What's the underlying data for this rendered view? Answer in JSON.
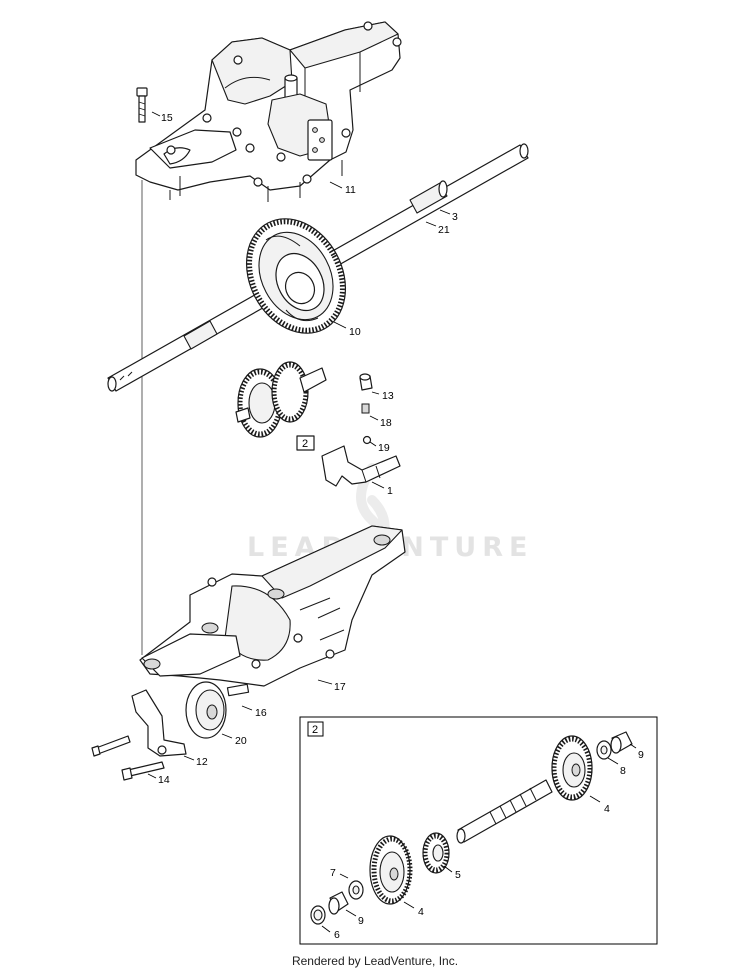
{
  "diagram": {
    "watermark": "LEADVENTURE",
    "callouts": [
      {
        "id": "c15",
        "label": "15"
      },
      {
        "id": "c11",
        "label": "11"
      },
      {
        "id": "c3",
        "label": "3"
      },
      {
        "id": "c21",
        "label": "21"
      },
      {
        "id": "c10",
        "label": "10"
      },
      {
        "id": "c13",
        "label": "13"
      },
      {
        "id": "c18",
        "label": "18"
      },
      {
        "id": "c19",
        "label": "19"
      },
      {
        "id": "c1",
        "label": "1"
      },
      {
        "id": "c17",
        "label": "17"
      },
      {
        "id": "c16",
        "label": "16"
      },
      {
        "id": "c20",
        "label": "20"
      },
      {
        "id": "c12",
        "label": "12"
      },
      {
        "id": "c14",
        "label": "14"
      }
    ],
    "ref_box": {
      "label": "2"
    },
    "inset": {
      "label": "2",
      "callouts": [
        {
          "id": "i9a",
          "label": "9"
        },
        {
          "id": "i8",
          "label": "8"
        },
        {
          "id": "i4a",
          "label": "4"
        },
        {
          "id": "i5",
          "label": "5"
        },
        {
          "id": "i7",
          "label": "7"
        },
        {
          "id": "i9b",
          "label": "9"
        },
        {
          "id": "i4b",
          "label": "4"
        },
        {
          "id": "i6",
          "label": "6"
        }
      ]
    }
  },
  "footer": {
    "text": "Rendered by LeadVenture, Inc."
  }
}
